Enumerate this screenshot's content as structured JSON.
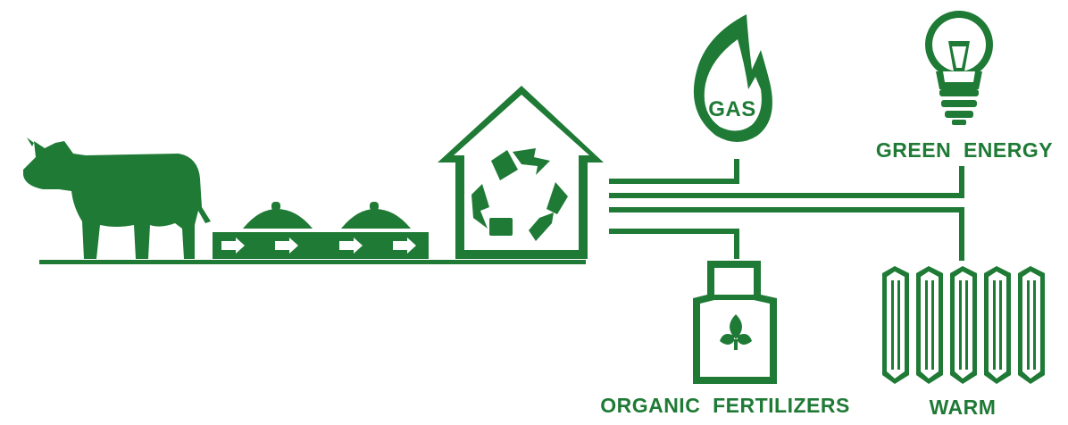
{
  "colors": {
    "green": "#1f7a36",
    "white": "#ffffff"
  },
  "labels": {
    "gas": "GAS",
    "green_energy": "GREEN  ENERGY",
    "organic_fertilizers": "ORGANIC  FERTILIZERS",
    "warm": "WARM"
  },
  "icons": {
    "cow": "cow-icon",
    "manure": "manure-conveyor-icon",
    "house": "biogas-plant-icon",
    "recycle": "recycle-icon",
    "flame": "flame-icon",
    "bulb": "lightbulb-icon",
    "fertilizer": "fertilizer-tank-icon",
    "leaf": "leaf-icon",
    "radiator": "radiator-icon"
  }
}
